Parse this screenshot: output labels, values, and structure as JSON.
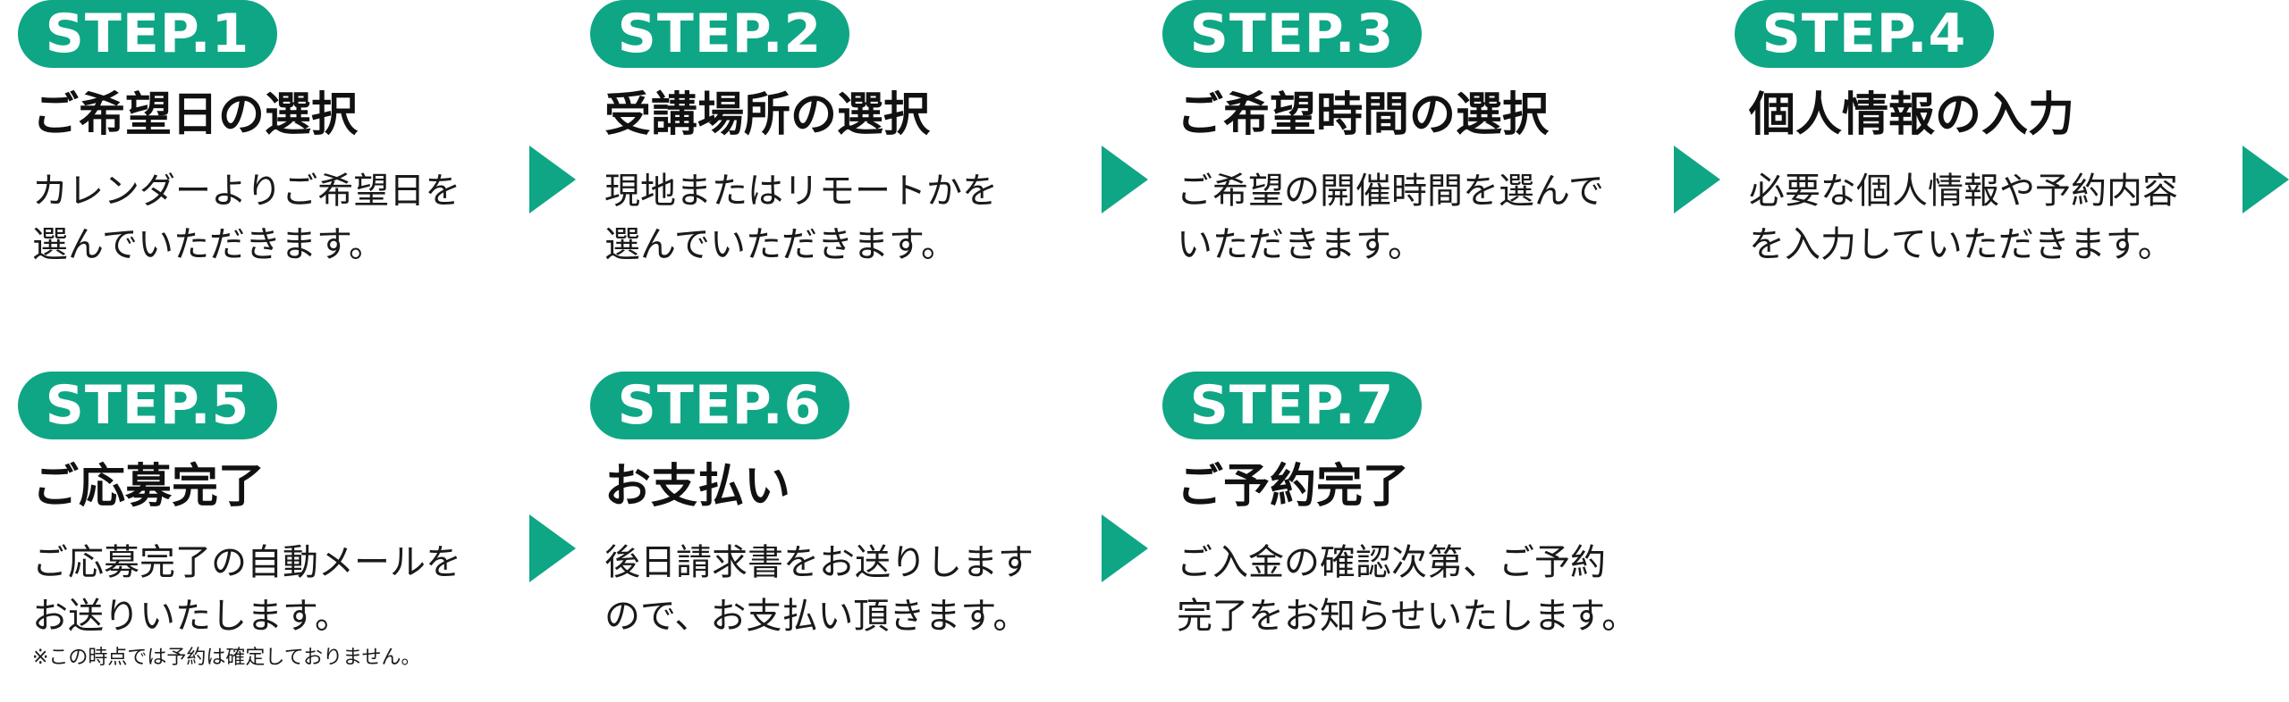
{
  "accent_color": "#0fa686",
  "steps": [
    {
      "badge": "STEP.1",
      "title": "ご希望日の選択",
      "line1": "カレンダーよりご希望日を",
      "line2": "選んでいただきます。",
      "note": ""
    },
    {
      "badge": "STEP.2",
      "title": "受講場所の選択",
      "line1": "現地またはリモートかを",
      "line2": "選んでいただきます。",
      "note": ""
    },
    {
      "badge": "STEP.3",
      "title": "ご希望時間の選択",
      "line1": "ご希望の開催時間を選んで",
      "line2": "いただきます。",
      "note": ""
    },
    {
      "badge": "STEP.4",
      "title": "個人情報の入力",
      "line1": "必要な個人情報や予約内容",
      "line2": "を入力していただきます。",
      "note": ""
    },
    {
      "badge": "STEP.5",
      "title": "ご応募完了",
      "line1": "ご応募完了の自動メールを",
      "line2": "お送りいたします。",
      "note": "※この時点では予約は確定しておりません。"
    },
    {
      "badge": "STEP.6",
      "title": "お支払い",
      "line1": "後日請求書をお送りします",
      "line2": "ので、お支払い頂きます。",
      "note": ""
    },
    {
      "badge": "STEP.7",
      "title": "ご予約完了",
      "line1": "ご入金の確認次第、ご予約",
      "line2": "完了をお知らせいたします。",
      "note": ""
    }
  ]
}
